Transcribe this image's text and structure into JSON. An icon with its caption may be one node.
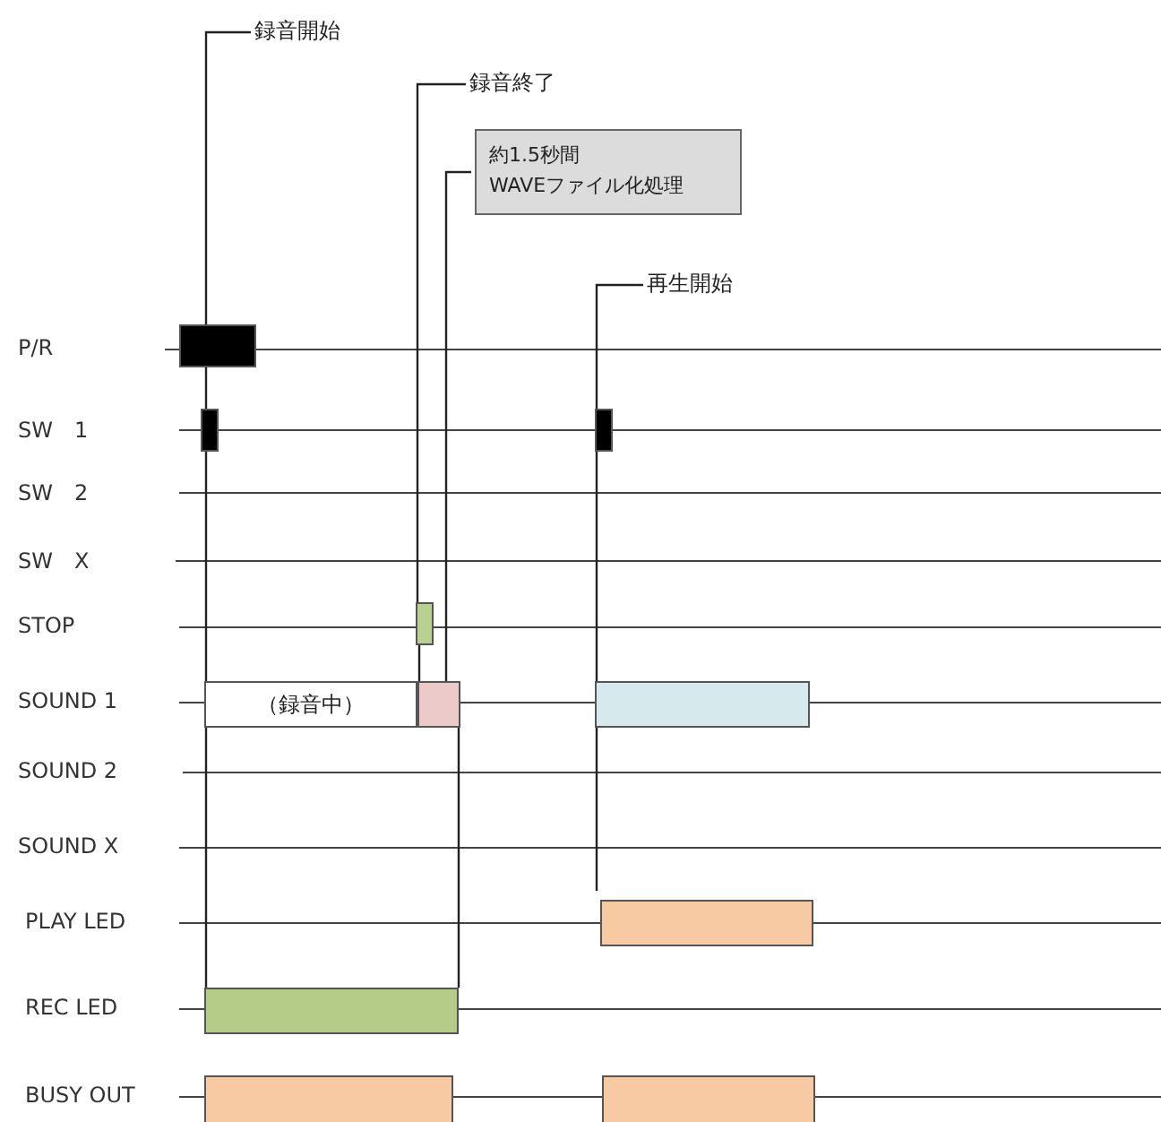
{
  "diagram": {
    "nodes": [
      {
        "text": [
          "録音開始"
        ]
      },
      {
        "text": [
          "録音終了"
        ]
      },
      {
        "text": [
          "約1.5秒間 WAVEファイル化処理"
        ]
      },
      {
        "text": [
          "再生開始"
        ]
      },
      {
        "text": [],
        "shape": "bar"
      },
      {
        "text": [],
        "shape": "bar"
      },
      {
        "text": [],
        "shape": "bar"
      },
      {
        "text": [],
        "shape": "bar"
      },
      {
        "text": [
          "（録音中）"
        ]
      },
      {
        "text": [],
        "shape": "bar"
      },
      {
        "text": [],
        "shape": "bar"
      },
      {
        "text": [],
        "shape": "bar"
      },
      {
        "text": [],
        "shape": "bar"
      },
      {
        "text": [],
        "shape": "bar"
      },
      {
        "text": [],
        "shape": "bar"
      }
    ],
    "edges": [
      {
        "from": 0,
        "to": 4,
        "arrow": "none"
      },
      {
        "from": 1,
        "to": 7,
        "arrow": "none"
      },
      {
        "from": 2,
        "to": 9,
        "arrow": "none"
      },
      {
        "from": 3,
        "to": 6,
        "arrow": "none"
      },
      {
        "from": 4,
        "to": 5,
        "arrow": "none"
      },
      {
        "from": 5,
        "to": 8,
        "arrow": "none"
      },
      {
        "from": 8,
        "to": 12,
        "arrow": "none"
      },
      {
        "from": 7,
        "to": 9,
        "arrow": "none"
      },
      {
        "from": 9,
        "to": 12,
        "arrow": "none"
      },
      {
        "from": 6,
        "to": 10,
        "arrow": "none"
      },
      {
        "from": 10,
        "to": 11,
        "arrow": "none"
      }
    ],
    "labels": [
      "P/R",
      "SW　1",
      "SW　2",
      "SW　X",
      "STOP",
      "SOUND 1",
      "SOUND 2",
      "SOUND X",
      "PLAY LED",
      "REC LED",
      "BUSY OUT"
    ]
  }
}
